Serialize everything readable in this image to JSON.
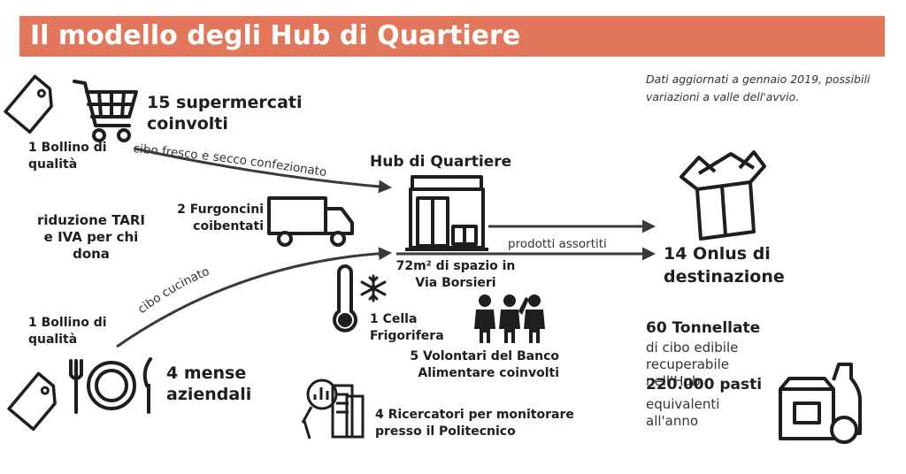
{
  "title": "Il modello degli Hub di Quartiere",
  "note": "Dati aggiornati a gennaio 2019, possibili variazioni a valle dell'avvio.",
  "supermarkets": {
    "label": "15 supermercati coinvolti"
  },
  "quality_seal_top": "1 Bollino di qualità",
  "quality_seal_bottom": "1 Bollino di qualità",
  "tax": "riduzione TARI e IVA per chi dona",
  "vans": "2 Furgoncini coibentati",
  "canteens": "4 mense aziendali",
  "flows": {
    "fresh": "cibo fresco e secco confezionato",
    "cooked": "cibo cucinato",
    "assorted": "prodotti assortiti"
  },
  "hub": {
    "title": "Hub di Quartiere",
    "space": "72m² di spazio in Via Borsieri",
    "cold_cell": "1 Cella Frigorifera",
    "volunteers": "5 Volontari del Banco Alimentare coinvolti",
    "researchers": "4 Ricercatori per monitorare presso il Politecnico"
  },
  "onlus": "14 Onlus di destinazione",
  "stats": {
    "tons": "60 Tonnellate",
    "tons_desc": "di cibo edibile recuperabile nell'Hub",
    "meals": "220.000 pasti",
    "meals_desc": "equivalenti all'anno"
  },
  "icons": [
    "price-tag-icon",
    "shopping-cart-icon",
    "delivery-truck-icon",
    "shop-icon",
    "open-box-icon",
    "thermometer-icon",
    "snowflake-icon",
    "people-icon",
    "fork-knife-plate-icon",
    "magnifier-chart-icon",
    "grocery-icon"
  ],
  "colors": {
    "accent": "#e2775c",
    "ink": "#1e1e1e",
    "arrow": "#3a3a3a"
  }
}
